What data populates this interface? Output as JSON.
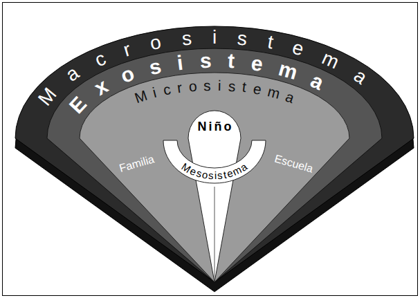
{
  "diagram": {
    "nodes": [
      {
        "text": [
          "Macrosistema"
        ]
      },
      {
        "text": [
          "Exosistema"
        ],
        "in": 0
      },
      {
        "text": [
          "Microsistema"
        ],
        "in": 1
      },
      {
        "text": [
          "Niño"
        ],
        "in": 2
      },
      {
        "text": [
          "Mesosistema"
        ],
        "in": 2
      }
    ],
    "labels": [
      "Familia",
      "Escuela"
    ]
  }
}
